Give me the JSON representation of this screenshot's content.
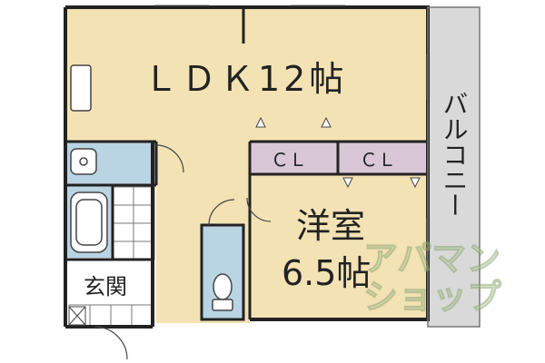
{
  "colors": {
    "wall": "#222222",
    "ldk_floor": "#f3e2b4",
    "hall_floor": "#f3e2b4",
    "bedroom_floor": "#f3e2b4",
    "closet_floor": "#d9c7d8",
    "wet_floor": "#b9d4e3",
    "balcony_floor": "#d9d9d9",
    "tile_floor": "#ffffff",
    "watermark": "#c8d7b0"
  },
  "rooms": {
    "ldk": {
      "label": "ＬＤＫ12帖"
    },
    "bedroom": {
      "line1": "洋室",
      "line2": "6.5帖"
    },
    "closet_left": {
      "label": "ＣＬ"
    },
    "closet_right": {
      "label": "ＣＬ"
    },
    "balcony": {
      "label": "バルコニー"
    },
    "entrance": {
      "label": "玄関"
    }
  },
  "watermark": {
    "line1": "アパマン",
    "line2": "ショップ"
  }
}
